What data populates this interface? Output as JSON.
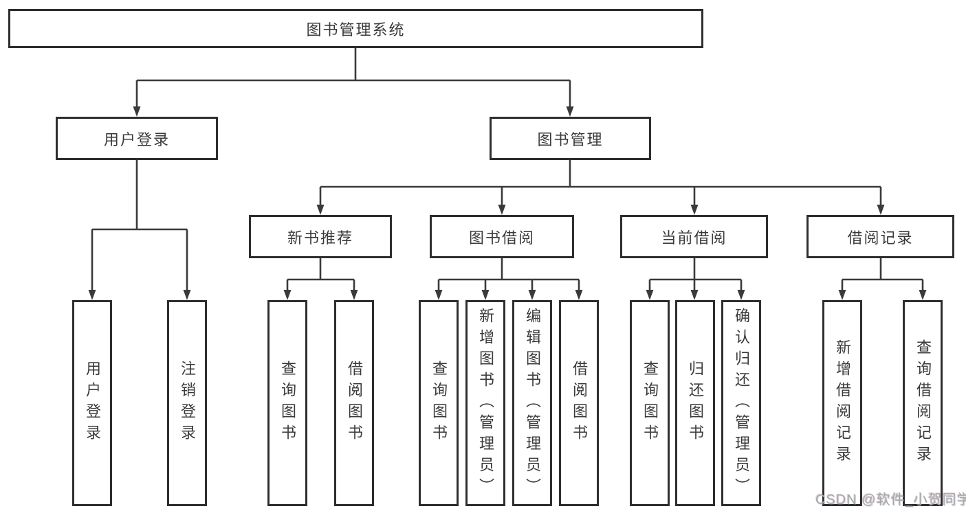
{
  "diagram": {
    "root": "图书管理系统",
    "level2": [
      "用户登录",
      "图书管理"
    ],
    "level3": [
      "新书推荐",
      "图书借阅",
      "当前借阅",
      "借阅记录"
    ],
    "leaves": {
      "user_login": [
        "用户登录",
        "注销登录"
      ],
      "new_book": [
        "查询图书",
        "借阅图书"
      ],
      "book_borrow": [
        "查询图书",
        "新增图书（管理员）",
        "编辑图书（管理员）",
        "借阅图书"
      ],
      "current_borrow": [
        "查询图书",
        "归还图书",
        "确认归还（管理员）"
      ],
      "borrow_record": [
        "新增借阅记录",
        "查询借阅记录"
      ]
    }
  },
  "line_color": "#3a3a3a",
  "watermark": "CSDN @软件_小贺同学"
}
